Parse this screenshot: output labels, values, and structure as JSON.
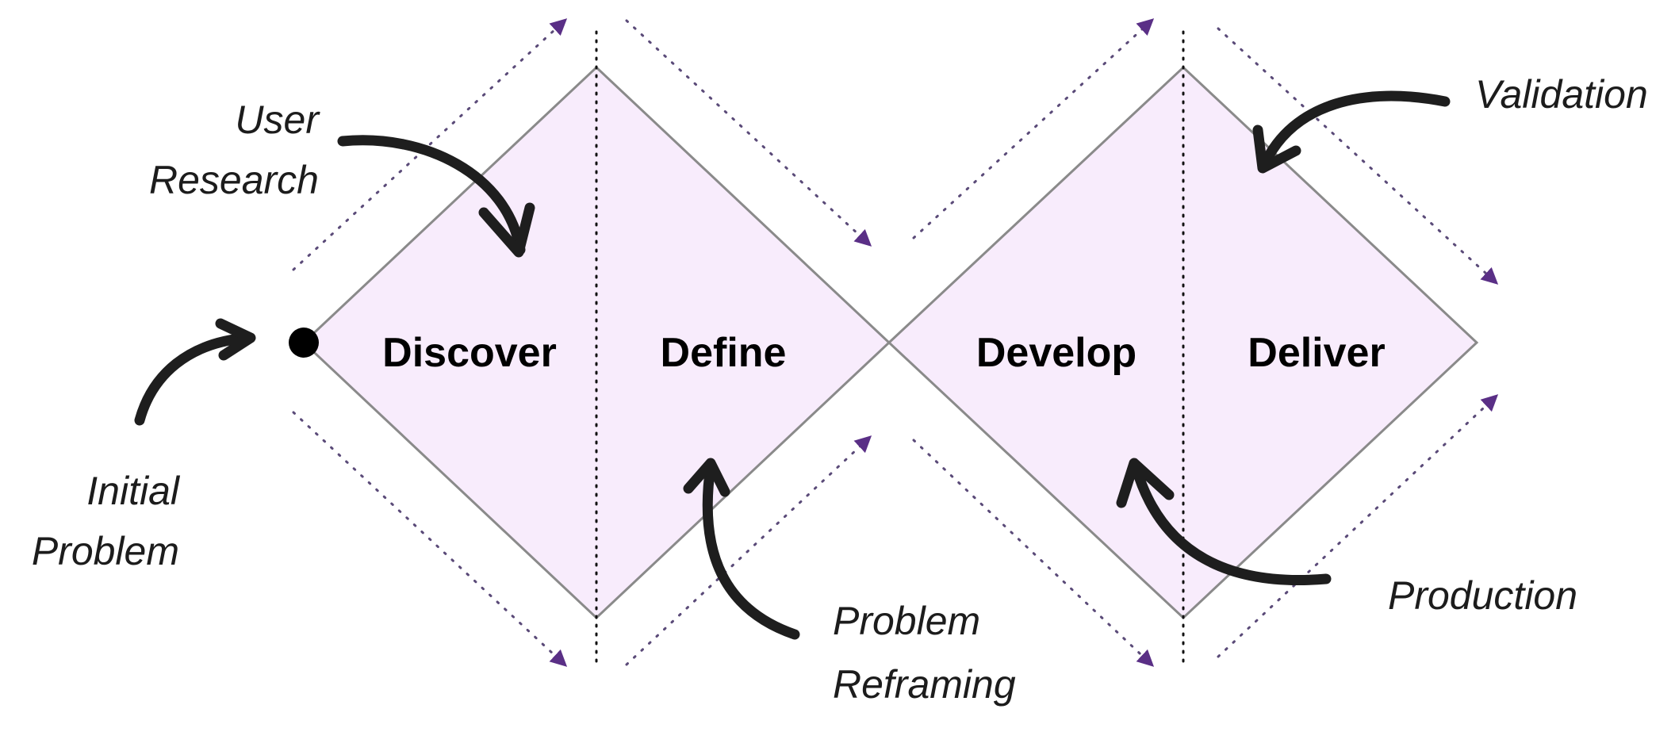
{
  "phases": {
    "discover": "Discover",
    "define": "Define",
    "develop": "Develop",
    "deliver": "Deliver"
  },
  "annotations": {
    "user_research": [
      "User",
      "Research"
    ],
    "initial_problem": [
      "Initial",
      "Problem"
    ],
    "problem_reframing": [
      "Problem",
      "Reframing"
    ],
    "validation": [
      "Validation"
    ],
    "production": [
      "Production"
    ]
  },
  "colors": {
    "diamond_fill": "#f8ecfc",
    "diamond_stroke": "#8a8a8a",
    "guide_arrow": "#5a2f86",
    "start_dot": "#000000"
  }
}
